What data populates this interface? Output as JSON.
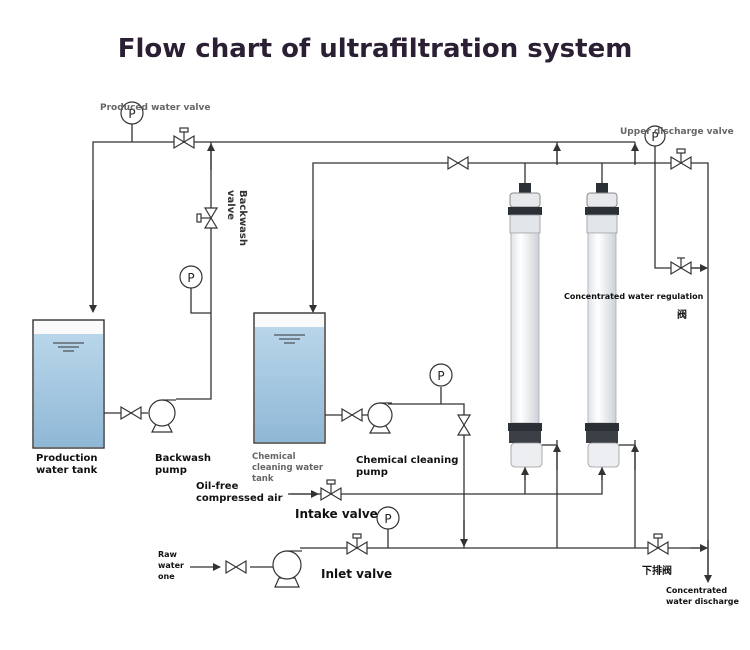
{
  "title": "Flow chart of ultrafiltration system",
  "labels": {
    "produced_water_valve": "Produced water valve",
    "upper_discharge_valve": "Upper discharge valve",
    "backwash_valve": "Backwash\nvalve",
    "concentrated_regulation": "Concentrated water regulation",
    "concentrated_regulation_cn": "阀",
    "production_tank": "Production\nwater tank",
    "backwash_pump": "Backwash\npump",
    "chemical_tank": "Chemical\ncleaning water\ntank",
    "chemical_pump": "Chemical cleaning\npump",
    "oil_free_air": "Oil-free\ncompressed air",
    "intake_valve": "Intake valve",
    "raw_water": "Raw\nwater\none",
    "inlet_valve": "Inlet valve",
    "lower_drain_cn": "下排阀",
    "concentrated_discharge": "Concentrated\nwater discharge"
  },
  "gauge_letter": "P",
  "colors": {
    "pipe": "#333333",
    "water": "#9cc3de",
    "membrane": "#f4f6f8",
    "band": "#2b2f36"
  }
}
